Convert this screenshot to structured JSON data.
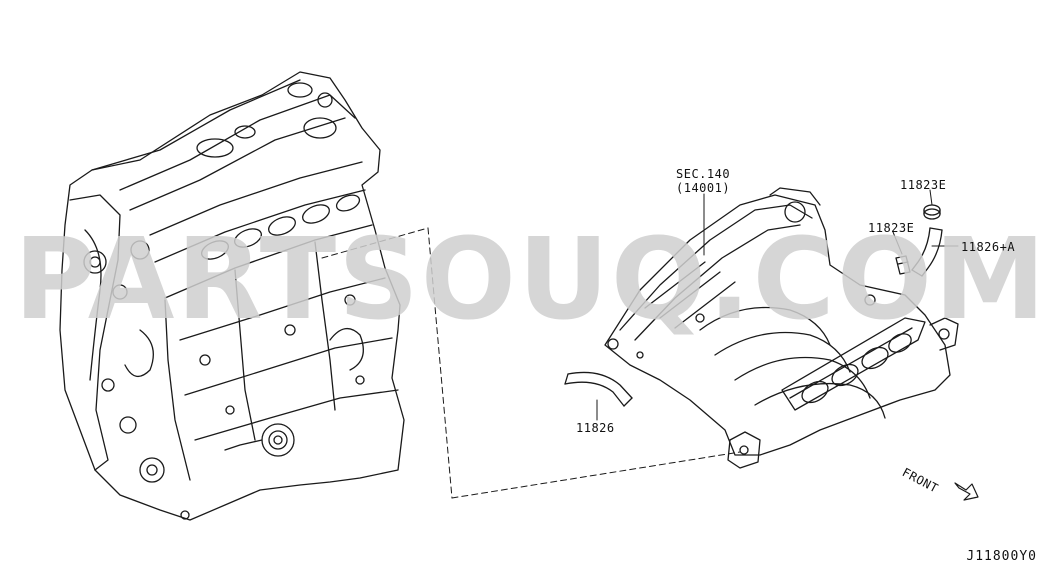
{
  "watermark": {
    "text": "PARTSOUQ.COM"
  },
  "callouts": {
    "sec_140": "SEC.140",
    "sec_140_sub": "(14001)",
    "part_11823e_top": "11823E",
    "part_11823e_mid": "11823E",
    "part_11826a": "11826+A",
    "part_11826": "11826",
    "front": "FRONT"
  },
  "drawing_id": "J11800Y0",
  "colors": {
    "line": "#1a1a1a",
    "watermark": "#cfcfcf"
  }
}
